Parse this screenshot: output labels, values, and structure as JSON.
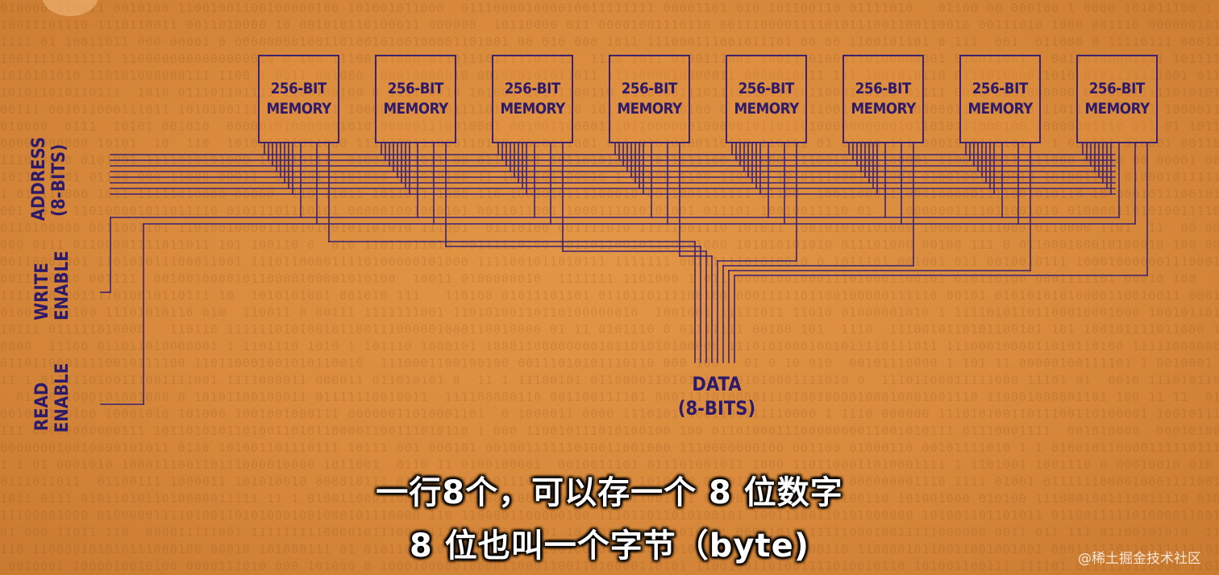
{
  "diagram": {
    "memory_label_line1": "256-BIT",
    "memory_label_line2": "MEMORY",
    "memory_count": 8,
    "address_line1": "ADDRESS",
    "address_line2": "(8-BITS)",
    "write_line1": "WRITE",
    "write_line2": "ENABLE",
    "read_line1": "READ",
    "read_line2": "ENABLE",
    "data_line1": "DATA",
    "data_line2": "(8-BITS)"
  },
  "subtitles": {
    "line1": "一行8个，可以存一个 8 位数字",
    "line2": "8 位也叫一个字节（byte)"
  },
  "watermark": "@稀土掘金技术社区",
  "colors": {
    "background": "#d98a3c",
    "line": "#3d2270",
    "text": "#2e1a6b"
  }
}
